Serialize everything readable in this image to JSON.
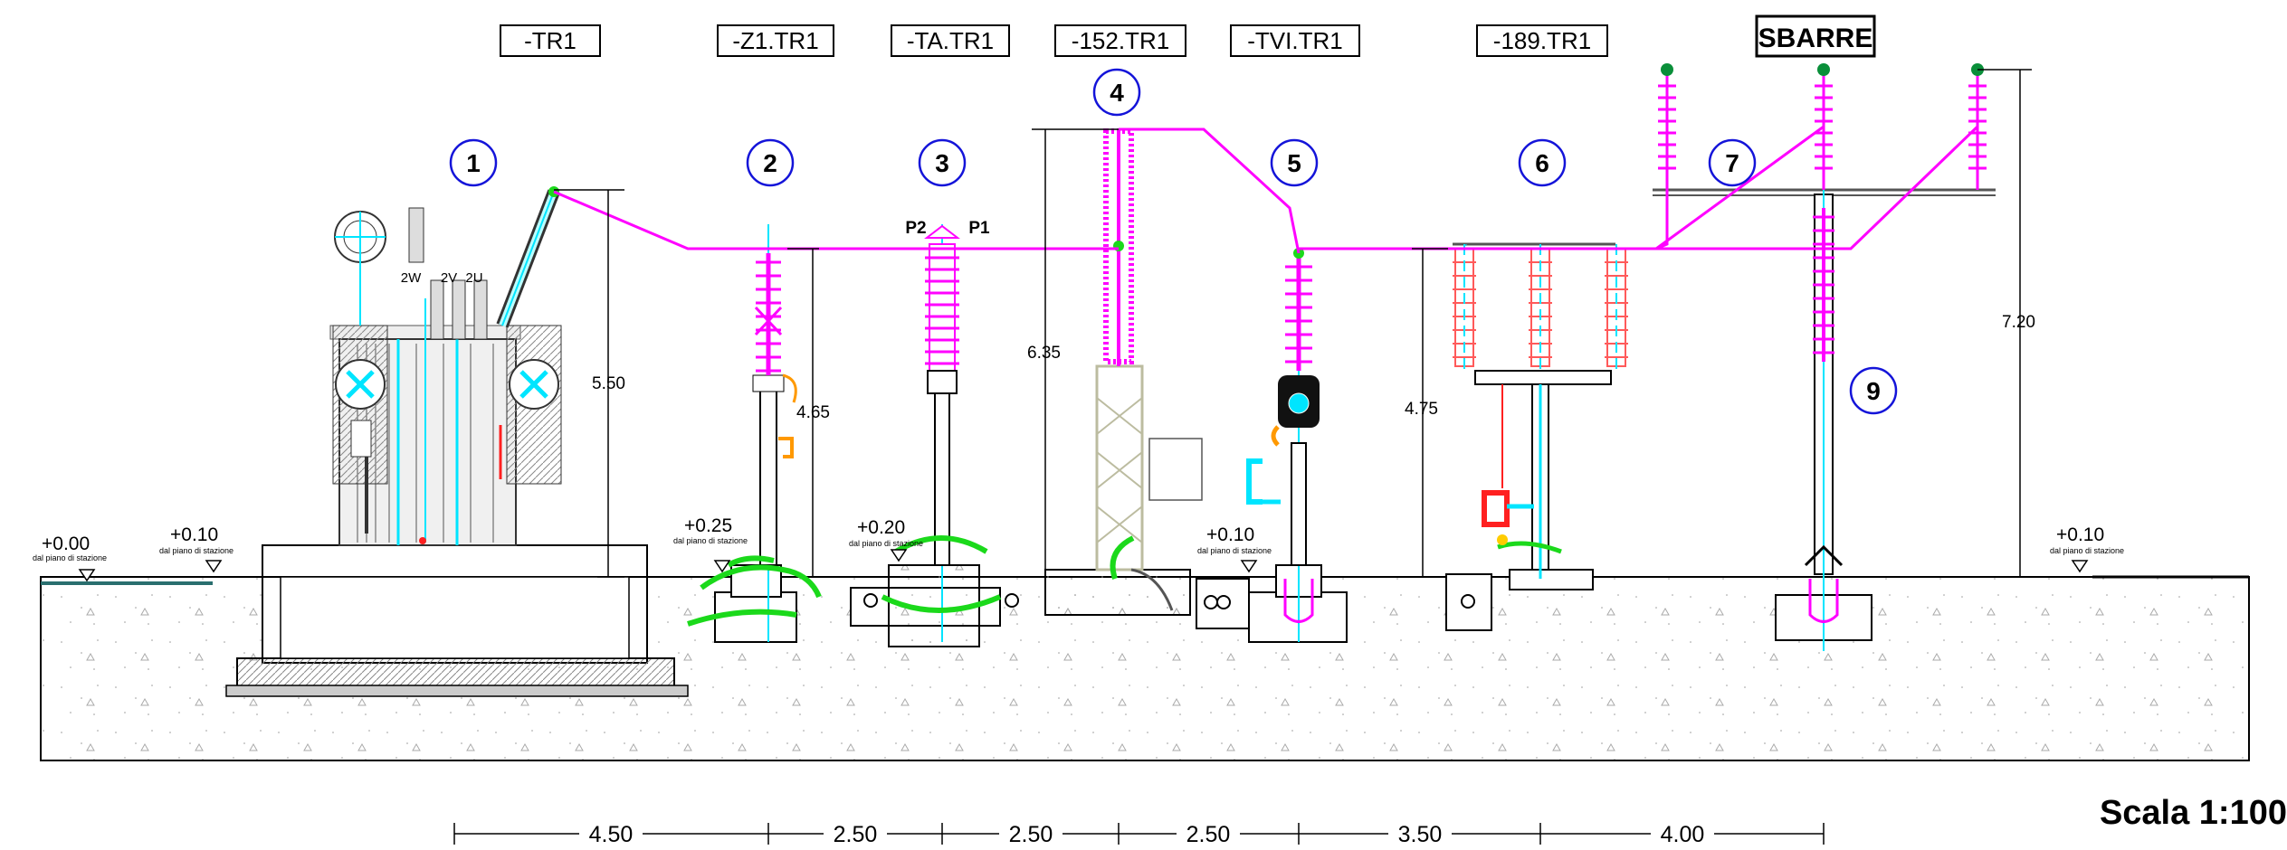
{
  "tags": [
    {
      "id": "tr1",
      "text": "-TR1"
    },
    {
      "id": "z1",
      "text": "-Z1.TR1"
    },
    {
      "id": "ta",
      "text": "-TA.TR1"
    },
    {
      "id": "t152",
      "text": "-152.TR1"
    },
    {
      "id": "tvi",
      "text": "-TVI.TR1"
    },
    {
      "id": "t189",
      "text": "-189.TR1"
    },
    {
      "id": "sbarre",
      "text": "SBARRE"
    }
  ],
  "markers": [
    "1",
    "2",
    "3",
    "4",
    "5",
    "6",
    "7",
    "9"
  ],
  "heights": {
    "h1": "5.50",
    "h2": "4.65",
    "h3": "6.35",
    "h4": "4.75",
    "h5": "7.20"
  },
  "levels": {
    "l1": "+0.00",
    "l2": "+0.10",
    "l3": "+0.25",
    "l4": "+0.20",
    "l5": "+0.10",
    "l6": "+0.10",
    "note": "dal piano di stazione"
  },
  "spacings": [
    "4.50",
    "2.50",
    "2.50",
    "2.50",
    "3.50",
    "4.00"
  ],
  "terminals": {
    "p2": "P2",
    "p1": "P1",
    "t1": "2W",
    "t2": "2V",
    "t3": "2U"
  },
  "scale_label": "Scala 1:100",
  "colors": {
    "busbar": "#ff00ff",
    "ground": "#00dd00",
    "cyan": "#00e5ff",
    "insulator_red": "#ff5a5a"
  }
}
